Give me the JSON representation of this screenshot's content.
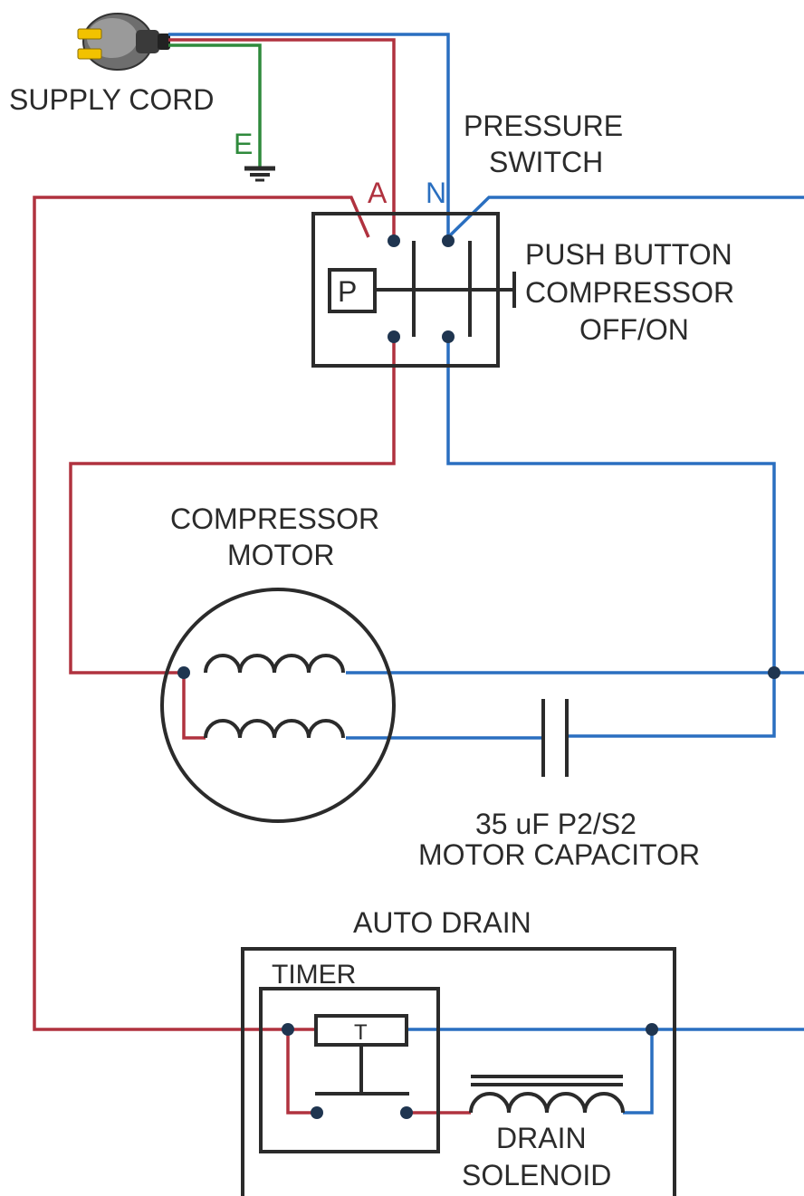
{
  "labels": {
    "supply_cord": "SUPPLY CORD",
    "earth": "E",
    "active": "A",
    "neutral": "N",
    "pressure_switch_line1": "PRESSURE",
    "pressure_switch_line2": "SWITCH",
    "push_button_line1": "PUSH BUTTON",
    "push_button_line2": "COMPRESSOR",
    "push_button_line3": "OFF/ON",
    "pressure_box_letter": "P",
    "compressor_line1": "COMPRESSOR",
    "compressor_line2": "MOTOR",
    "capacitor_line1": "35 uF P2/S2",
    "capacitor_line2": "MOTOR CAPACITOR",
    "auto_drain": "AUTO DRAIN",
    "timer": "TIMER",
    "timer_letter": "T",
    "solenoid_line1": "DRAIN",
    "solenoid_line2": "SOLENOID"
  },
  "colors": {
    "active_wire": "#b0323f",
    "neutral_wire": "#2a6fc0",
    "earth_wire": "#2f8a3c",
    "outline": "#2b2b2b",
    "terminal": "#1f3550",
    "plug_pin": "#f2c200"
  },
  "icons": {
    "plug": "plug-icon",
    "earth": "earth-ground-icon"
  }
}
